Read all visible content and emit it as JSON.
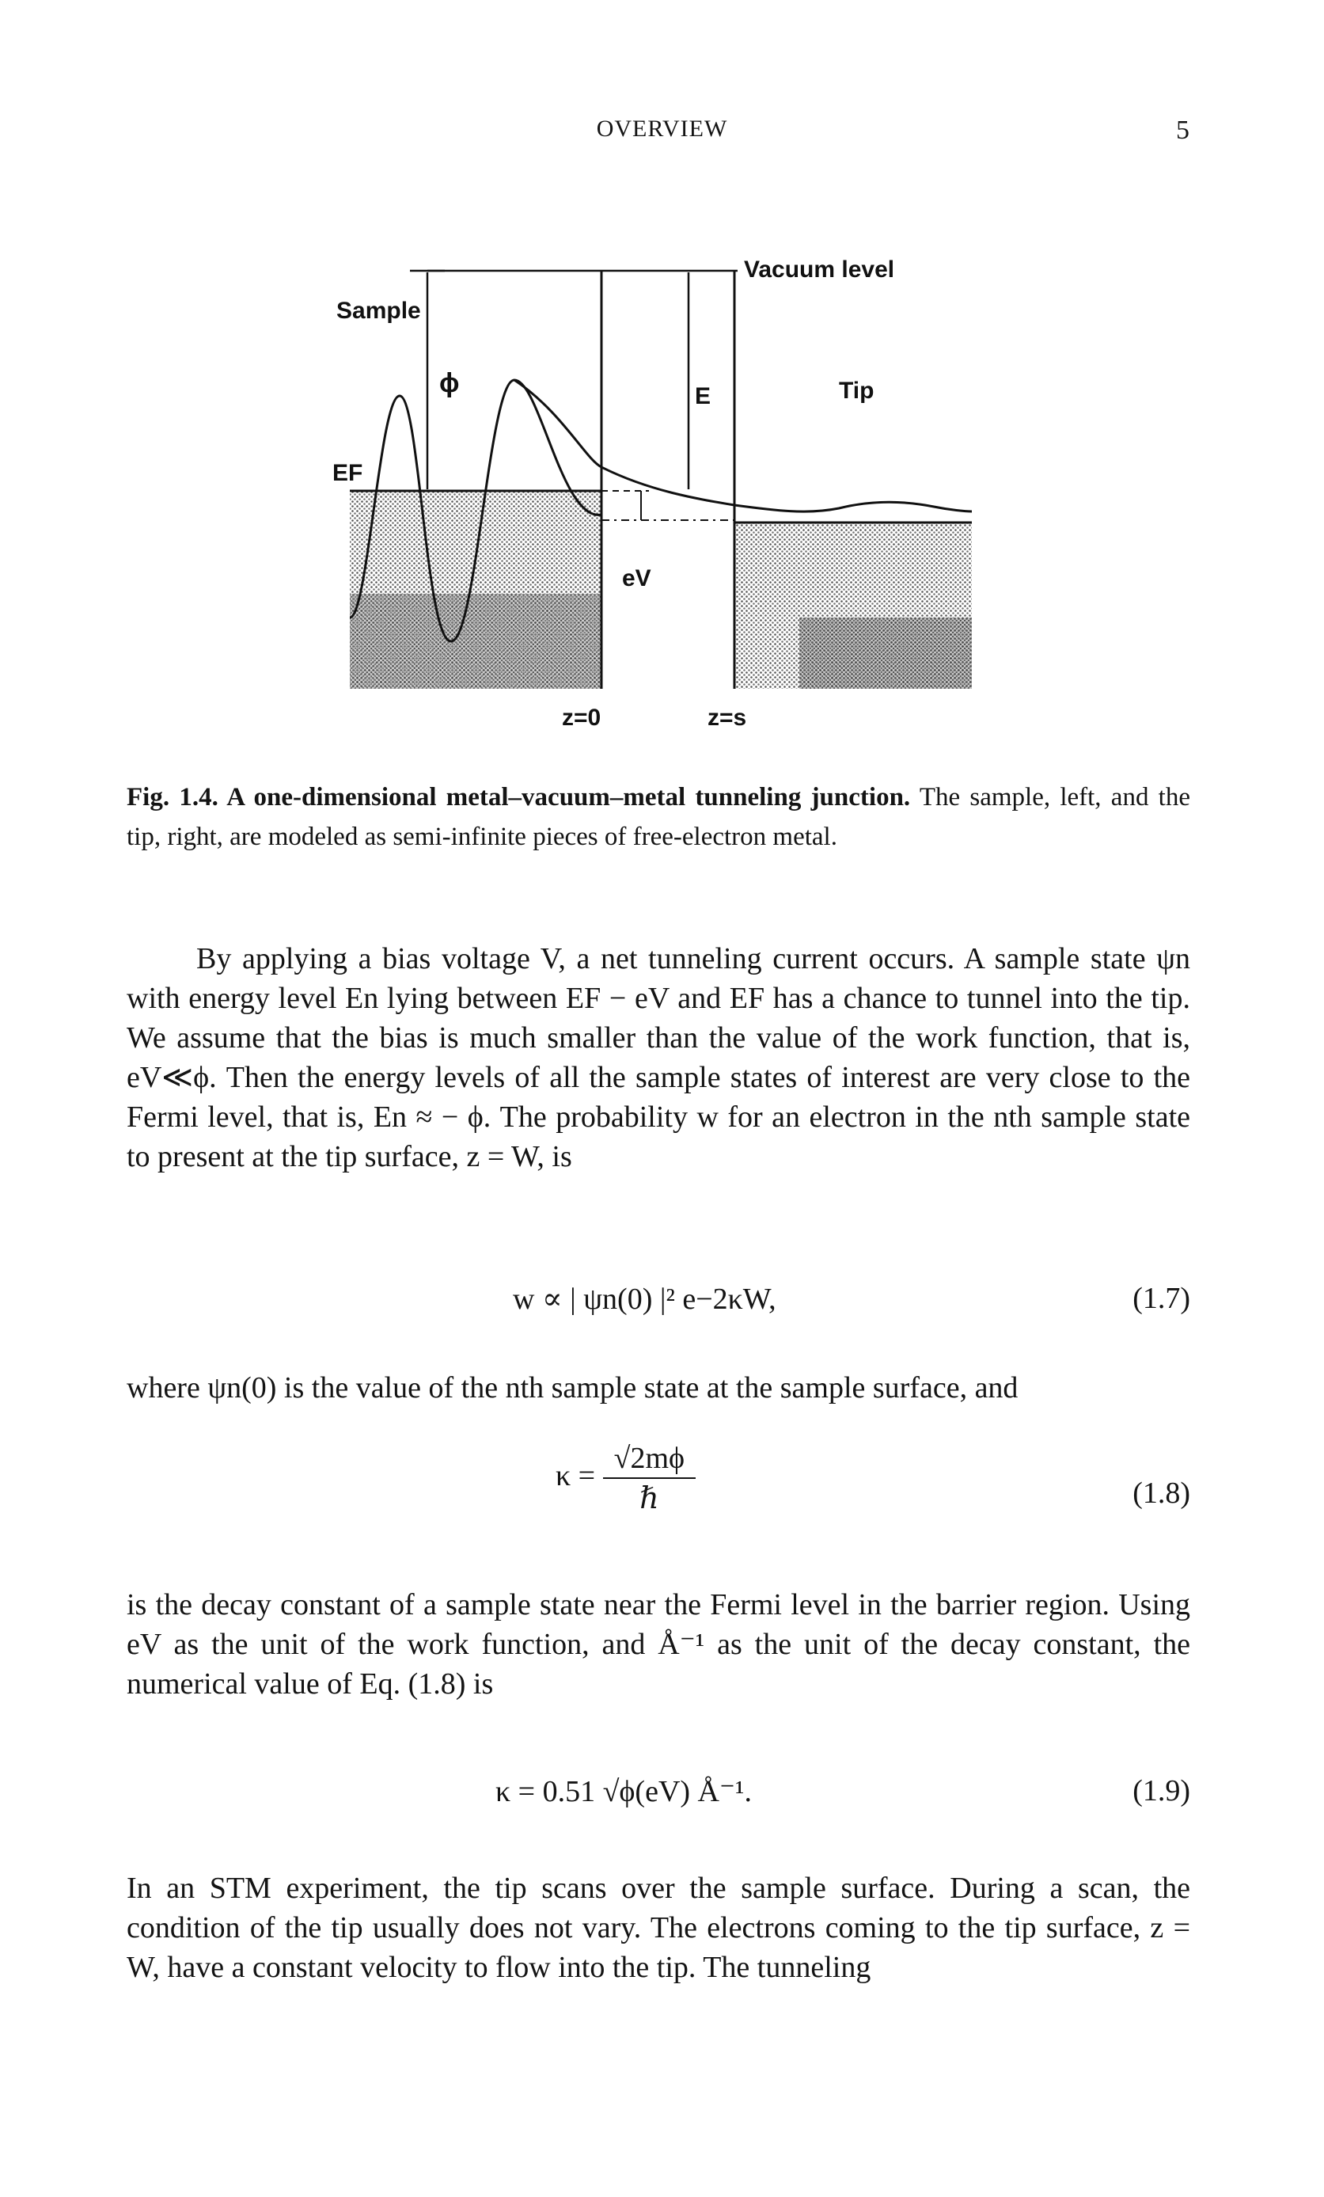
{
  "header": {
    "running_title": "OVERVIEW",
    "page_number": "5"
  },
  "figure": {
    "labels": {
      "vacuum_level": "Vacuum level",
      "sample": "Sample",
      "tip": "Tip",
      "ef": "EF",
      "phi": "ϕ",
      "e": "E",
      "ev": "eV",
      "z0": "z=0",
      "zs": "z=s"
    },
    "caption_bold": "Fig. 1.4. A one-dimensional metal–vacuum–metal tunneling junction.",
    "caption_rest": " The sample, left, and the tip, right, are modeled as semi-infinite pieces of free-electron metal."
  },
  "body": {
    "para1": "By applying a bias voltage V, a net tunneling current occurs. A sample state ψn with energy level En lying between EF − eV and EF has a chance to tunnel into the tip. We assume that the bias is much smaller than the value of the work function, that is, eV≪ϕ. Then the energy levels of all the sample states of interest are very close to the Fermi level, that is, En ≈ − ϕ. The probability w for an electron in the nth sample state to present at the tip surface, z = W, is",
    "eq1": "w ∝ | ψn(0) |² e−2κW,",
    "eq1_num": "(1.7)",
    "para2": "where ψn(0) is the value of the nth sample state at the sample surface, and",
    "eq2_lhs": "κ =",
    "eq2_numerator": "√2mϕ",
    "eq2_denominator": "ℏ",
    "eq2_num": "(1.8)",
    "para3": "is the decay constant of a sample state near the Fermi level in the barrier region. Using eV as the unit of the work function, and Å⁻¹ as the unit of the decay constant, the numerical value of Eq. (1.8) is",
    "eq3": "κ = 0.51 √ϕ(eV) Å⁻¹.",
    "eq3_num": "(1.9)",
    "para4": "In an STM experiment, the tip scans over the sample surface. During a scan, the condition of the tip usually does not vary. The electrons coming to the tip surface, z = W, have a constant velocity to flow into the tip. The tunneling"
  }
}
